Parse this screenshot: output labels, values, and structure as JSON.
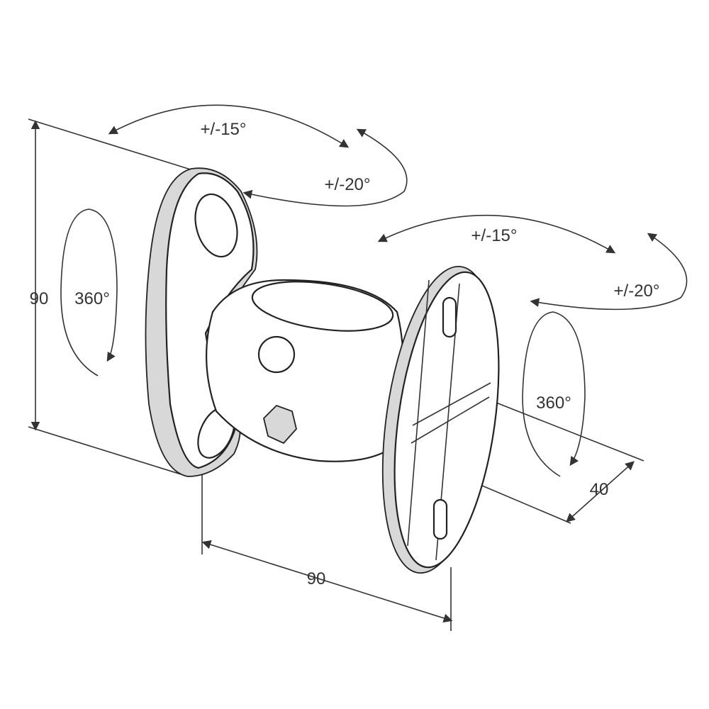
{
  "labels": {
    "left_tilt": "+/-15°",
    "left_swivel": "+/-20°",
    "right_tilt": "+/-15°",
    "right_swivel": "+/-20°",
    "left_rotation": "360°",
    "right_rotation": "360°",
    "height": "90",
    "depth": "40",
    "length": "90"
  },
  "colors": {
    "line": "#333333",
    "shade": "#d8d8d8"
  }
}
